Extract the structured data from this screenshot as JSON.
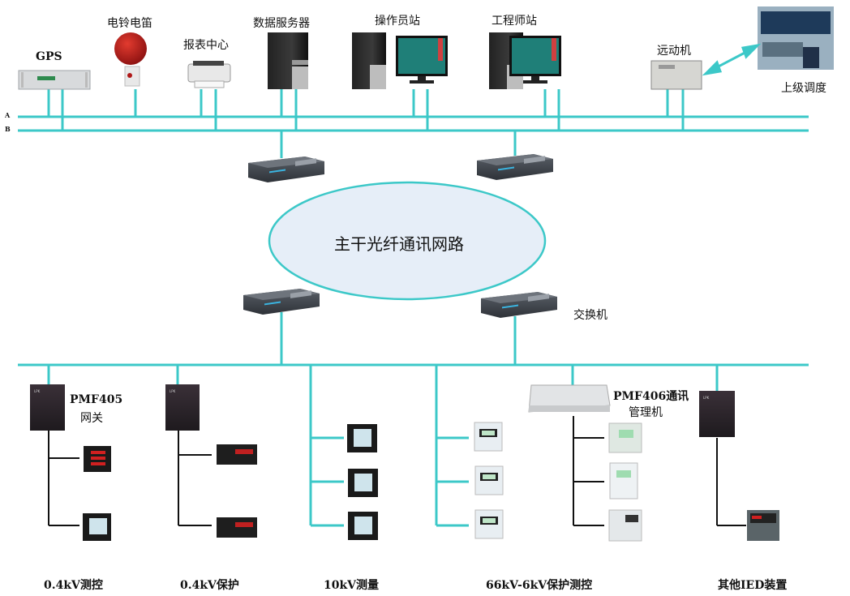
{
  "colors": {
    "network_line": "#3CC8C8",
    "local_line": "#111111",
    "cloud_fill": "#E6EEF8",
    "cloud_stroke": "#3CC8C8"
  },
  "top": {
    "bus_labels": [
      "A",
      "B"
    ],
    "devices": [
      {
        "id": "gps",
        "label": "GPS",
        "icon": "gps-clock-unit"
      },
      {
        "id": "bell",
        "label": "电铃电笛",
        "icon": "alarm-bell"
      },
      {
        "id": "report",
        "label": "报表中心",
        "icon": "printer"
      },
      {
        "id": "server",
        "label": "数据服务器",
        "icon": "server-tower"
      },
      {
        "id": "operator",
        "label": "操作员站",
        "icon": "workstation"
      },
      {
        "id": "engineer",
        "label": "工程师站",
        "icon": "workstation"
      },
      {
        "id": "rtu",
        "label": "远动机",
        "icon": "remote-terminal-unit"
      },
      {
        "id": "dispatch",
        "label": "上级调度",
        "icon": "control-room-photo"
      }
    ]
  },
  "core": {
    "backbone_label": "主干光纤通讯网路",
    "switch_label": "交换机",
    "switch_count": 4
  },
  "bottom": {
    "groups": [
      {
        "id": "g1",
        "title": "0.4kV测控",
        "gateway": "PMF405",
        "gateway_sub": "网关",
        "devices": [
          "digital-meter",
          "lcd-meter"
        ]
      },
      {
        "id": "g2",
        "title": "0.4kV保护",
        "devices": [
          "protection-relay",
          "protection-relay"
        ]
      },
      {
        "id": "g3",
        "title": "10kV测量",
        "devices": [
          "lcd-meter",
          "lcd-meter",
          "lcd-meter"
        ]
      },
      {
        "id": "g4",
        "title": "66kV-6kV保护测控",
        "devices": [
          "protection-unit",
          "protection-unit",
          "protection-unit"
        ]
      },
      {
        "id": "g5",
        "gateway": "PMF406通讯",
        "gateway_sub": "管理机",
        "devices": [
          "protection-unit",
          "protection-unit",
          "protection-unit"
        ]
      },
      {
        "id": "g6",
        "title": "其他IED装置",
        "devices": [
          "ied-device"
        ]
      }
    ]
  }
}
